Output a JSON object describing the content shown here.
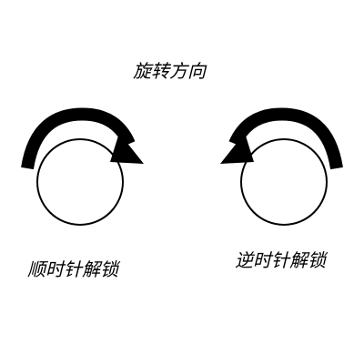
{
  "title": "旋转方向",
  "clockwise": {
    "label": "顺时针解锁",
    "icon": "clockwise-arrow-icon"
  },
  "counterclockwise": {
    "label": "逆时针解锁",
    "icon": "counterclockwise-arrow-icon"
  },
  "colors": {
    "stroke": "#000000",
    "fill": "#ffffff",
    "background": "#ffffff"
  }
}
